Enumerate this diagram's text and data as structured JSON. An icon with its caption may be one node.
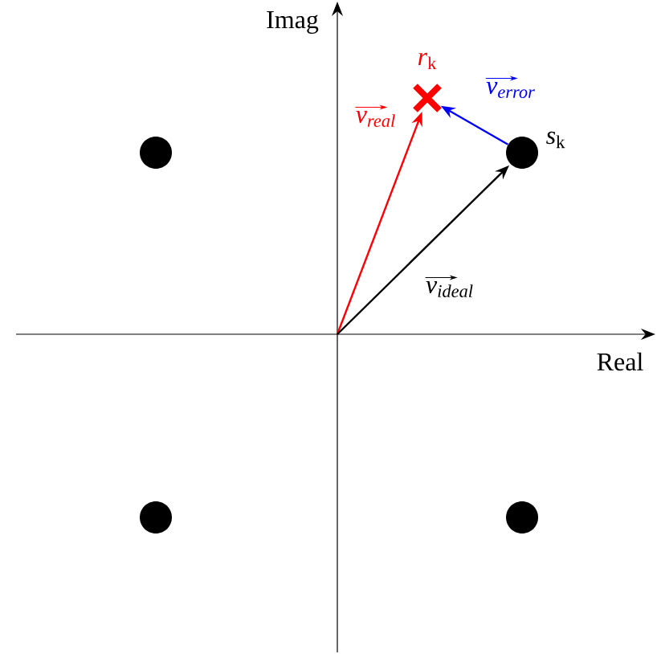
{
  "diagram": {
    "nodes": [
      {
        "text": [],
        "shape": "cross",
        "beside": [
          "*r*$_{k}$"
        ]
      },
      {
        "text": [],
        "shape": "circle"
      },
      {
        "text": [],
        "shape": "circle",
        "beside": [
          "*s*$_{k}$"
        ]
      },
      {
        "text": [],
        "shape": "circle"
      },
      {
        "text": [],
        "shape": "circle"
      }
    ],
    "edges": [
      {
        "from": null,
        "to": 0,
        "arrow": "to",
        "label": "v$_{real}$",
        "color": "#ff0000"
      },
      {
        "from": null,
        "to": 2,
        "arrow": "to",
        "label": "v$_{ideal}$",
        "color": "#000000"
      },
      {
        "from": 2,
        "to": 0,
        "arrow": "to",
        "label": "v$_{error}$",
        "color": "#0000ff"
      }
    ],
    "labels": [
      "Imag",
      "Real"
    ]
  }
}
